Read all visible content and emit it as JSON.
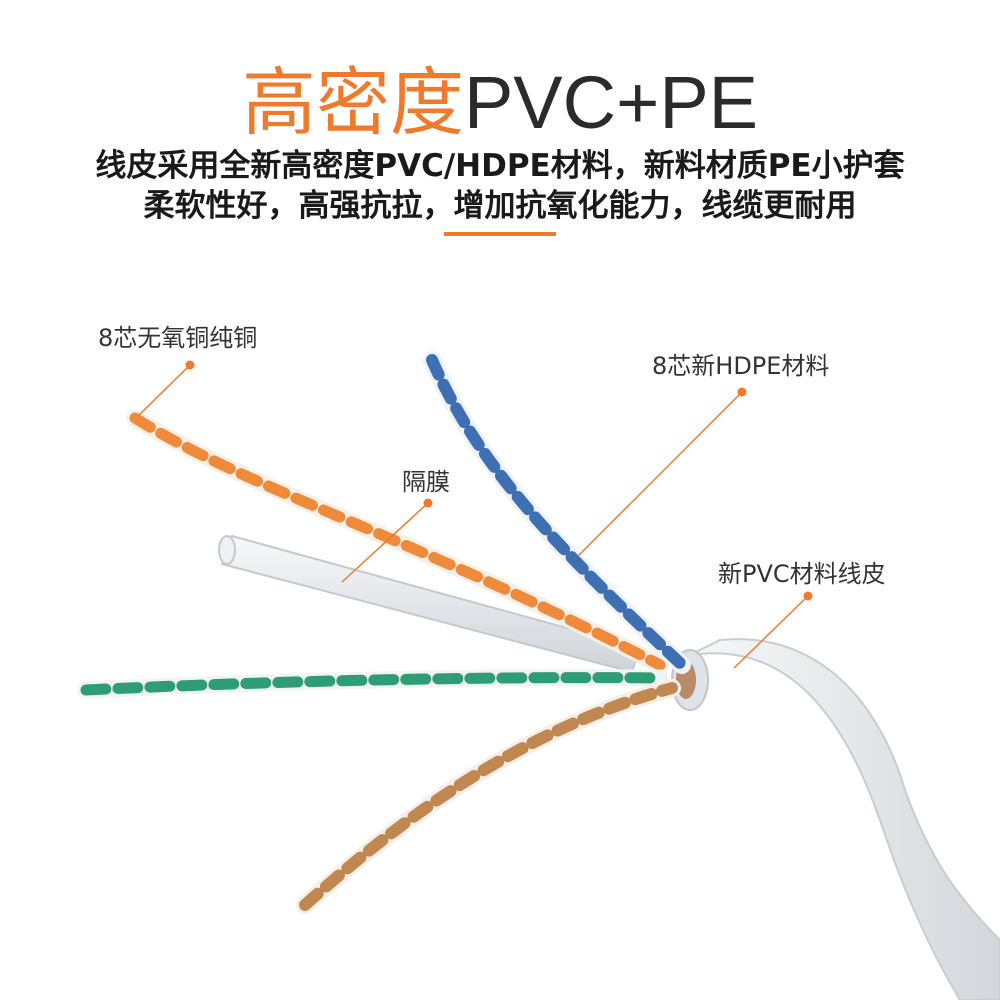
{
  "headline": {
    "accent": "高密度",
    "rest": "PVC+PE"
  },
  "description": {
    "line1": "线皮采用全新高密度PVC/HDPE材料，新料材质PE小护套",
    "line2": "柔软性好，高强抗拉，增加抗氧化能力，线缆更耐用"
  },
  "callouts": {
    "conductor": "8芯无氧铜纯铜",
    "insulation": "8芯新HDPE材料",
    "separator": "隔膜",
    "jacket": "新PVC材料线皮"
  },
  "colors": {
    "accent": "#f07a2c",
    "text": "#1a1a1a",
    "jacket": "#e9ecef",
    "pair_orange": "#ee8a3a",
    "pair_blue": "#3f6fb3",
    "pair_green": "#2e9c74",
    "pair_brown": "#c08850"
  }
}
